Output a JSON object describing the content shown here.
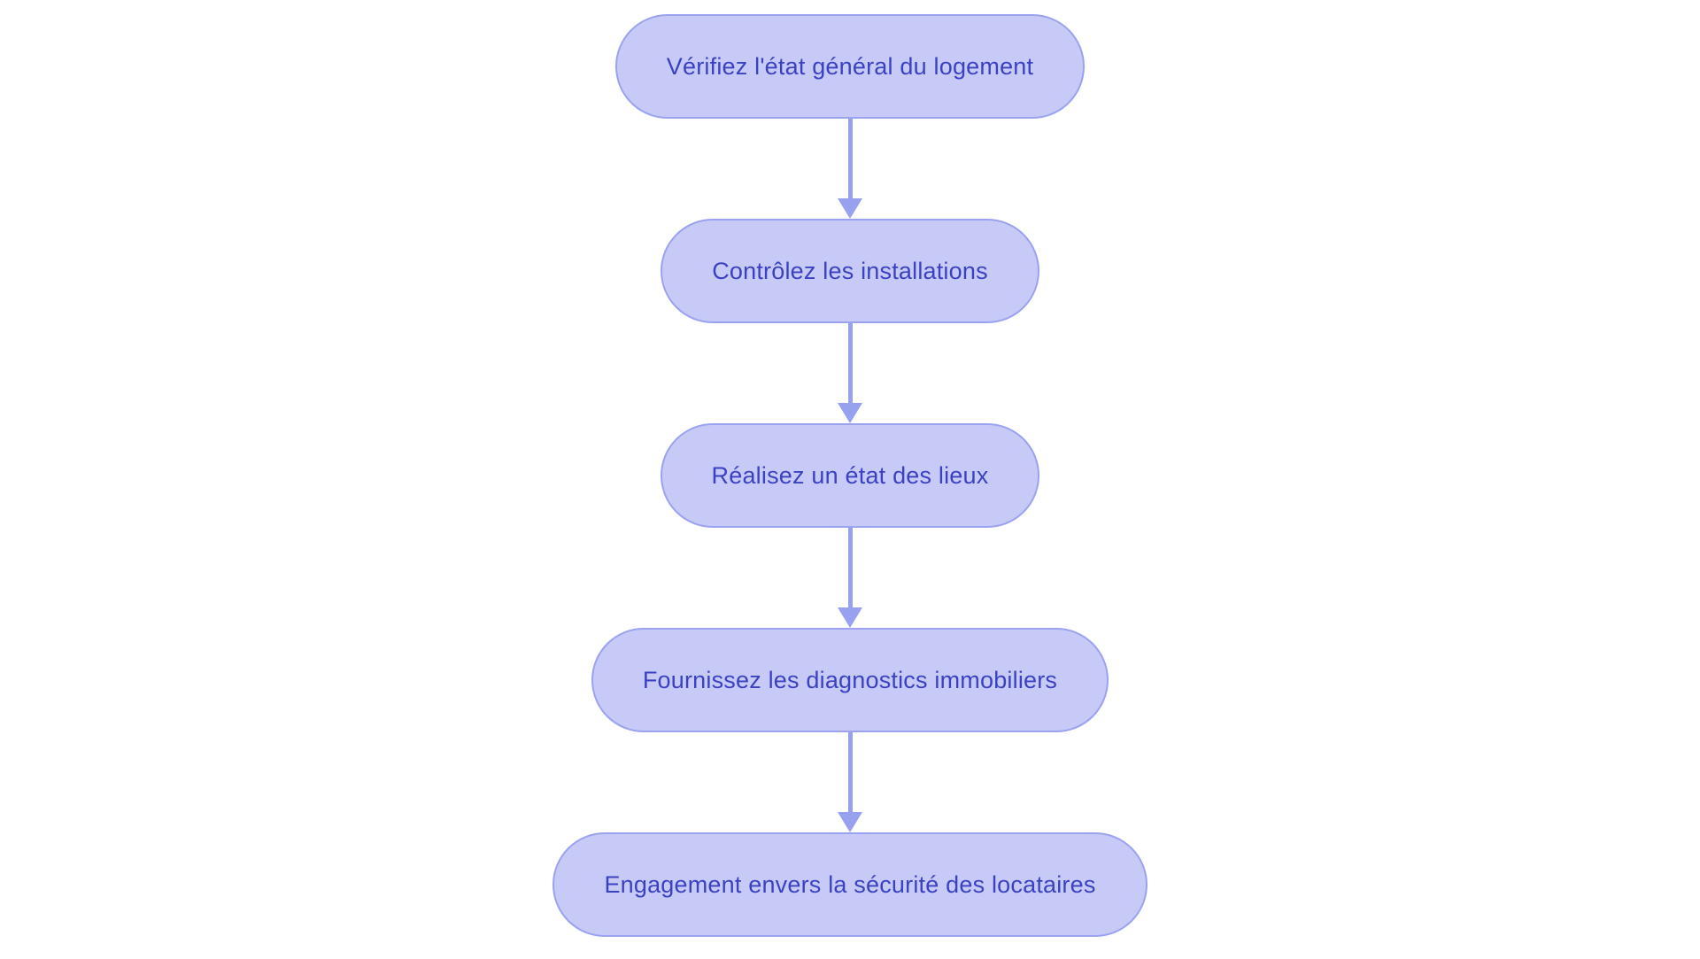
{
  "diagram": {
    "type": "flowchart",
    "direction": "top-down",
    "background_color": "#ffffff",
    "node_fill_color": "#c7caf7",
    "node_border_color": "#9ba2f0",
    "node_text_color": "#3b42c1",
    "arrow_color": "#98a0f0",
    "nodes": [
      {
        "id": "n1",
        "label": "Vérifiez l'état général du logement"
      },
      {
        "id": "n2",
        "label": "Contrôlez les installations"
      },
      {
        "id": "n3",
        "label": "Réalisez un état des lieux"
      },
      {
        "id": "n4",
        "label": "Fournissez les diagnostics immobiliers"
      },
      {
        "id": "n5",
        "label": "Engagement envers la sécurité des locataires"
      }
    ],
    "edges": [
      {
        "from": "n1",
        "to": "n2"
      },
      {
        "from": "n2",
        "to": "n3"
      },
      {
        "from": "n3",
        "to": "n4"
      },
      {
        "from": "n4",
        "to": "n5"
      }
    ]
  }
}
